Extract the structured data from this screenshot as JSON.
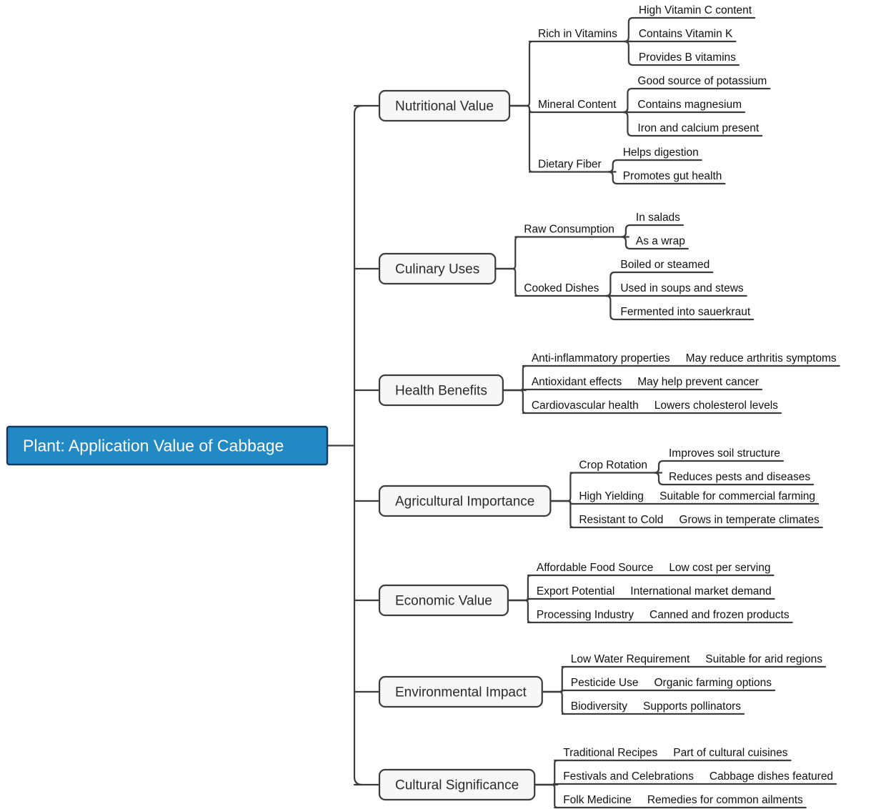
{
  "diagram": {
    "type": "mind-map",
    "title": "Plant: Application Value of Cabbage",
    "orientation": "left-to-right",
    "colors": {
      "root_fill": "#2389c4",
      "root_border": "#17375e",
      "root_text": "#ffffff",
      "node_fill": "#f7f7f7",
      "node_border": "#3c3c3c",
      "connector": "#3c3c3c",
      "text": "#1d1d1d",
      "background": "#ffffff"
    }
  },
  "root": {
    "label": "Plant: Application Value of Cabbage"
  },
  "branches": [
    {
      "label": "Nutritional Value",
      "children": [
        {
          "label": "Rich in Vitamins",
          "children": [
            {
              "label": "High Vitamin C content"
            },
            {
              "label": "Contains Vitamin K"
            },
            {
              "label": "Provides B vitamins"
            }
          ]
        },
        {
          "label": "Mineral Content",
          "children": [
            {
              "label": "Good source of potassium"
            },
            {
              "label": "Contains magnesium"
            },
            {
              "label": "Iron and calcium present"
            }
          ]
        },
        {
          "label": "Dietary Fiber",
          "children": [
            {
              "label": "Helps digestion"
            },
            {
              "label": "Promotes gut health"
            }
          ]
        }
      ]
    },
    {
      "label": "Culinary Uses",
      "children": [
        {
          "label": "Raw Consumption",
          "children": [
            {
              "label": "In salads"
            },
            {
              "label": "As a wrap"
            }
          ]
        },
        {
          "label": "Cooked Dishes",
          "children": [
            {
              "label": "Boiled or steamed"
            },
            {
              "label": "Used in soups and stews"
            },
            {
              "label": "Fermented into sauerkraut"
            }
          ]
        }
      ]
    },
    {
      "label": "Health Benefits",
      "children": [
        {
          "label": "Anti-inflammatory properties",
          "children": [
            {
              "label": "May reduce arthritis symptoms"
            }
          ]
        },
        {
          "label": "Antioxidant effects",
          "children": [
            {
              "label": "May help prevent cancer"
            }
          ]
        },
        {
          "label": "Cardiovascular health",
          "children": [
            {
              "label": "Lowers cholesterol levels"
            }
          ]
        }
      ]
    },
    {
      "label": "Agricultural Importance",
      "children": [
        {
          "label": "Crop Rotation",
          "children": [
            {
              "label": "Improves soil structure"
            },
            {
              "label": "Reduces pests and diseases"
            }
          ]
        },
        {
          "label": "High Yielding",
          "children": [
            {
              "label": "Suitable for commercial farming"
            }
          ]
        },
        {
          "label": "Resistant to Cold",
          "children": [
            {
              "label": "Grows in temperate climates"
            }
          ]
        }
      ]
    },
    {
      "label": "Economic Value",
      "children": [
        {
          "label": "Affordable Food Source",
          "children": [
            {
              "label": "Low cost per serving"
            }
          ]
        },
        {
          "label": "Export Potential",
          "children": [
            {
              "label": "International market demand"
            }
          ]
        },
        {
          "label": "Processing Industry",
          "children": [
            {
              "label": "Canned and frozen products"
            }
          ]
        }
      ]
    },
    {
      "label": "Environmental Impact",
      "children": [
        {
          "label": "Low Water Requirement",
          "children": [
            {
              "label": "Suitable for arid regions"
            }
          ]
        },
        {
          "label": "Pesticide Use",
          "children": [
            {
              "label": "Organic farming options"
            }
          ]
        },
        {
          "label": "Biodiversity",
          "children": [
            {
              "label": "Supports pollinators"
            }
          ]
        }
      ]
    },
    {
      "label": "Cultural Significance",
      "children": [
        {
          "label": "Traditional Recipes",
          "children": [
            {
              "label": "Part of cultural cuisines"
            }
          ]
        },
        {
          "label": "Festivals and Celebrations",
          "children": [
            {
              "label": "Cabbage dishes featured"
            }
          ]
        },
        {
          "label": "Folk Medicine",
          "children": [
            {
              "label": "Remedies for common ailments"
            }
          ]
        }
      ]
    }
  ]
}
